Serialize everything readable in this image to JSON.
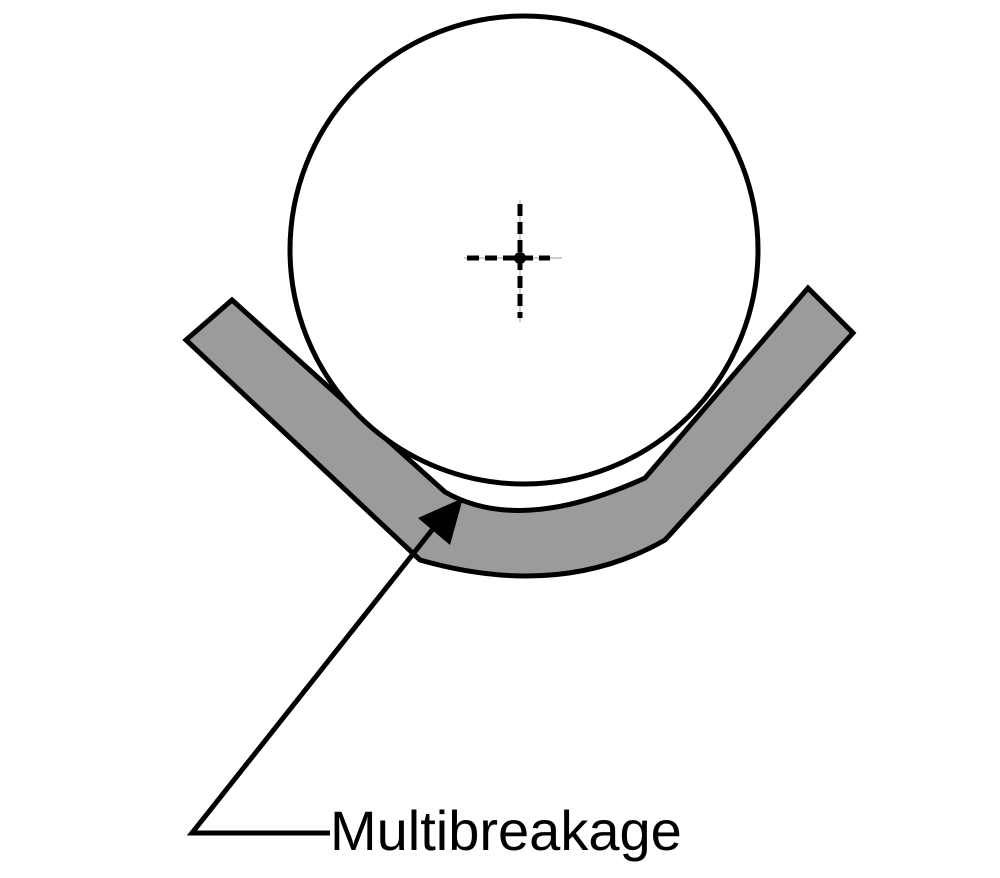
{
  "diagram": {
    "label": "Multibreakage",
    "colors": {
      "stroke": "#000000",
      "strip_fill": "#9a9b9d",
      "roller_fill": "#ffffff",
      "background": "#ffffff"
    },
    "parts": [
      "roller",
      "center-crosshair",
      "bent-strip",
      "leader-arrow",
      "label"
    ]
  }
}
